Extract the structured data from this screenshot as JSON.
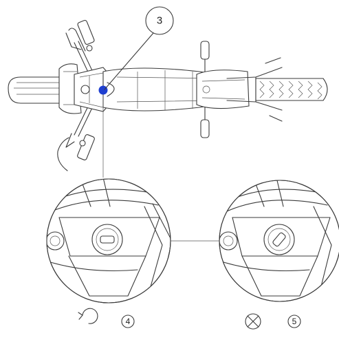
{
  "callouts": {
    "part_ref": "3",
    "unlock_ref": "4",
    "lock_ref": "5"
  },
  "symbols": {
    "unlock": "counterclockwise-arrow-icon",
    "lock": "crossed-circle-icon"
  },
  "colors": {
    "lines": "#3a3a3a",
    "highlight": "#1f3fd1",
    "background": "#ffffff"
  }
}
